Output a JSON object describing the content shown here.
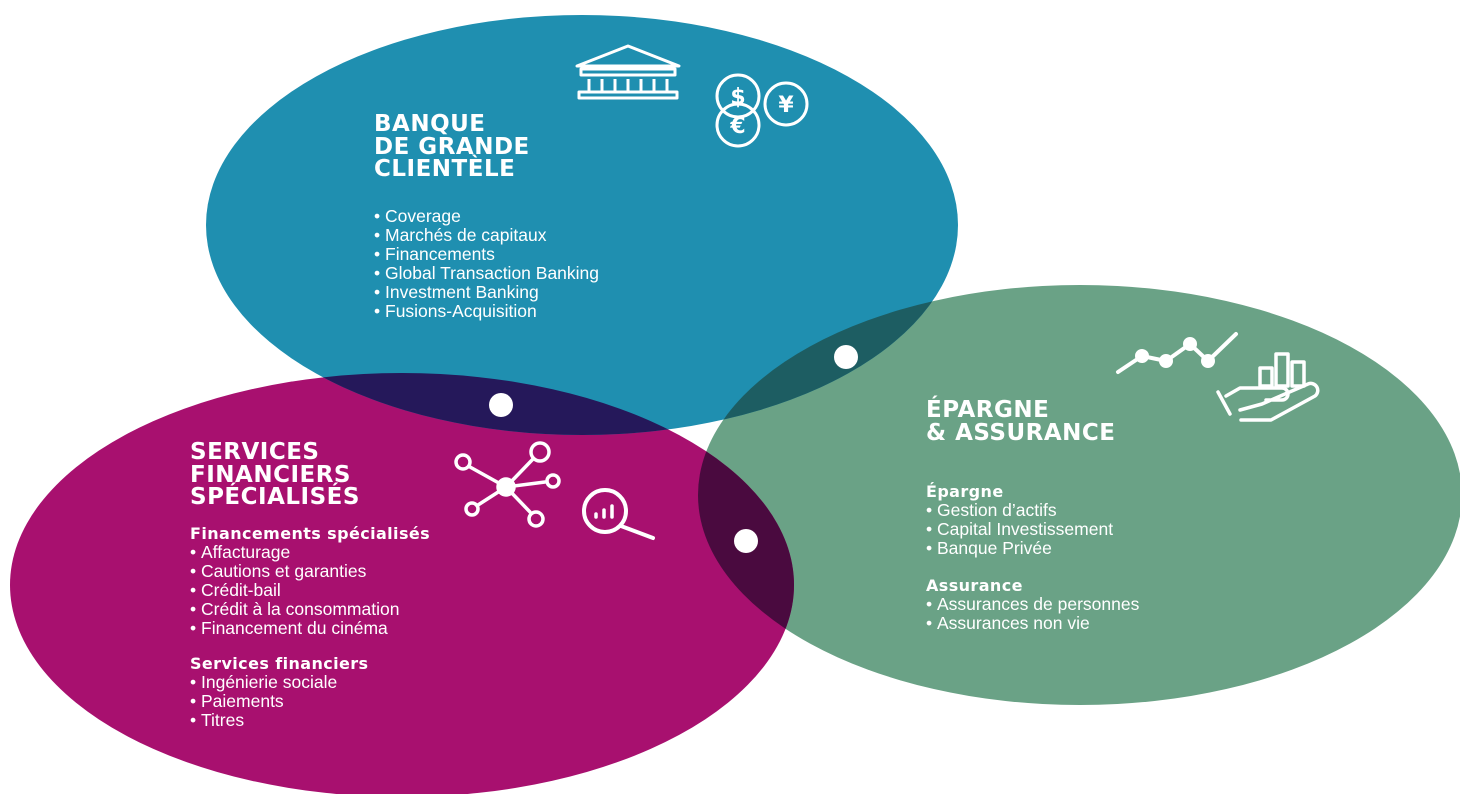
{
  "colors": {
    "banque": "#1f8fb0",
    "services": "#a8106f",
    "epargne": "#6aa286",
    "overlap_bs": "#25185a",
    "overlap_be": "#1d5d62",
    "overlap_se": "#4a0a3f"
  },
  "icons": {
    "banque": [
      "bank-building-icon",
      "currency-coins-icon"
    ],
    "services": [
      "network-nodes-icon",
      "magnifier-chart-icon"
    ],
    "epargne": [
      "growth-line-chart-icon",
      "hand-bar-chart-icon"
    ]
  },
  "banque": {
    "title": [
      "BANQUE",
      "DE GRANDE",
      "CLIENTÈLE"
    ],
    "items": [
      "Coverage",
      "Marchés de capitaux",
      "Financements",
      "Global Transaction Banking",
      "Investment Banking",
      "Fusions-Acquisition"
    ]
  },
  "services": {
    "title": [
      "SERVICES",
      "FINANCIERS",
      "SPÉCIALISÉS"
    ],
    "groups": [
      {
        "heading": "Financements spécialisés",
        "items": [
          "Affacturage",
          "Cautions et garanties",
          "Crédit-bail",
          "Crédit à la consommation",
          "Financement du cinéma"
        ]
      },
      {
        "heading": "Services financiers",
        "items": [
          "Ingénierie sociale",
          "Paiements",
          "Titres"
        ]
      }
    ]
  },
  "epargne": {
    "title": [
      "ÉPARGNE",
      "& ASSURANCE"
    ],
    "groups": [
      {
        "heading": "Épargne",
        "items": [
          "Gestion d’actifs",
          "Capital Investissement",
          "Banque Privée"
        ]
      },
      {
        "heading": "Assurance",
        "items": [
          "Assurances de personnes",
          "Assurances non vie"
        ]
      }
    ]
  }
}
